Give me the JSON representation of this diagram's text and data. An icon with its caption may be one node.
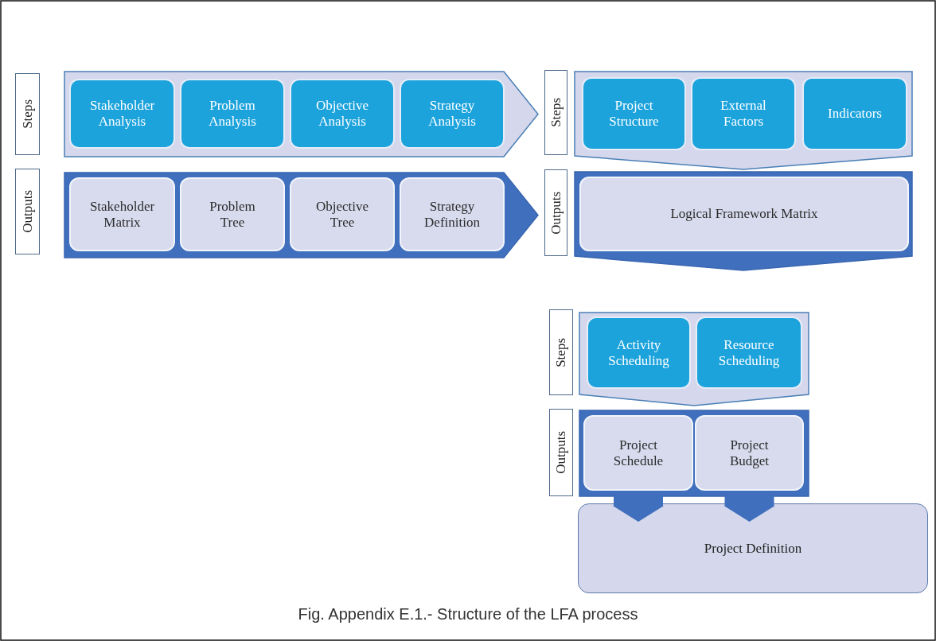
{
  "diagram": {
    "caption": "Fig. Appendix E.1.- Structure of the LFA process",
    "nodes": [
      {
        "text": [
          "Steps"
        ]
      },
      {
        "text": [],
        "shape": "band"
      },
      {
        "text": [
          "Stakeholder Analysis"
        ],
        "in": 1
      },
      {
        "text": [
          "Problem Analysis"
        ],
        "in": 1
      },
      {
        "text": [
          "Objective Analysis"
        ],
        "in": 1
      },
      {
        "text": [
          "Strategy Analysis"
        ],
        "in": 1
      },
      {
        "text": [
          "Outputs"
        ]
      },
      {
        "text": [],
        "shape": "band"
      },
      {
        "text": [
          "Stakeholder Matrix"
        ],
        "in": 7
      },
      {
        "text": [
          "Problem Tree"
        ],
        "in": 7
      },
      {
        "text": [
          "Objective Tree"
        ],
        "in": 7
      },
      {
        "text": [
          "Strategy Definition"
        ],
        "in": 7
      },
      {
        "text": [
          "Steps"
        ]
      },
      {
        "text": [],
        "shape": "band"
      },
      {
        "text": [
          "Project Structure"
        ],
        "in": 13
      },
      {
        "text": [
          "External Factors"
        ],
        "in": 13
      },
      {
        "text": [
          "Indicators"
        ],
        "in": 13
      },
      {
        "text": [
          "Outputs"
        ]
      },
      {
        "text": [],
        "shape": "band"
      },
      {
        "text": [
          "Logical Framework Matrix"
        ],
        "in": 18
      },
      {
        "text": [
          "Steps"
        ]
      },
      {
        "text": [],
        "shape": "band"
      },
      {
        "text": [
          "Activity Scheduling"
        ],
        "in": 21
      },
      {
        "text": [
          "Resource Scheduling"
        ],
        "in": 21
      },
      {
        "text": [
          "Outputs"
        ]
      },
      {
        "text": [],
        "shape": "band"
      },
      {
        "text": [
          "Project Schedule"
        ],
        "in": 25
      },
      {
        "text": [
          "Project Budget"
        ],
        "in": 25
      },
      {
        "text": [
          "Project Definition"
        ]
      }
    ],
    "edges": [
      {
        "from": 26,
        "to": 28,
        "arrow": "to"
      },
      {
        "from": 27,
        "to": 28,
        "arrow": "to"
      }
    ]
  }
}
